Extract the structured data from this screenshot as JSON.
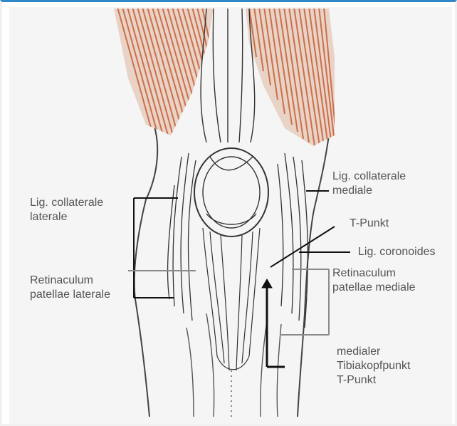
{
  "colors": {
    "accent_bar": "#2f88c8",
    "panel_bg": "#f5f5f5",
    "muscle": "#c8643c",
    "ink": "#333333",
    "label_text": "#555555",
    "leader_dark": "#111111",
    "leader_light": "#8a8a8a"
  },
  "labels": {
    "lig_collaterale_laterale": "Lig. collaterale\nlaterale",
    "retinaculum_patellae_laterale": "Retinaculum\npatellae laterale",
    "lig_collaterale_mediale": "Lig. collaterale\nmediale",
    "t_punkt": "T-Punkt",
    "lig_coronoides": "Lig. coronoides",
    "retinaculum_patellae_mediale": "Retinaculum\npatellae mediale",
    "medialer_tibiakopfpunkt": "medialer\nTibiakopfpunkt\nT-Punkt"
  }
}
